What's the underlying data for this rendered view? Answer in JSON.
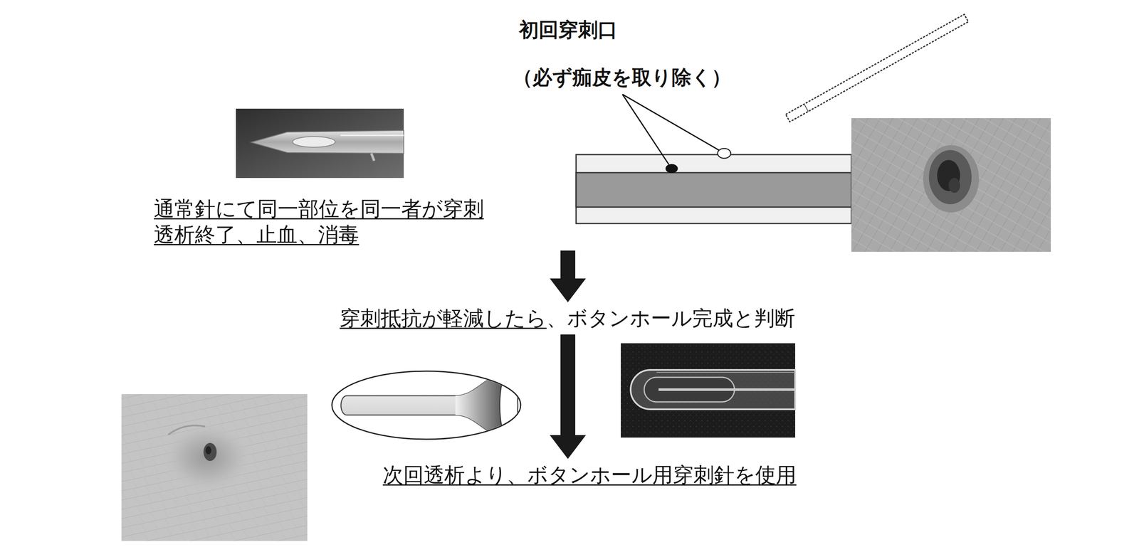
{
  "diagram": {
    "nodes": [
      {
        "text": [
          "通常針にて同一部位を同一者が穿刺",
          "透析終了、止血、消毒"
        ]
      },
      {
        "text": [
          "穿刺抵抗が軽減したら",
          "、ボタンホール完成と判断"
        ]
      },
      {
        "text": [
          "次回透析より、ボタンホール用穿刺針を使用"
        ]
      }
    ],
    "edges": [
      {
        "from": 0,
        "to": 1,
        "arrow": "to"
      },
      {
        "from": 1,
        "to": 2,
        "arrow": "to"
      }
    ],
    "labels": [
      "初回穿刺口",
      "（必ず痂皮を取り除く）"
    ]
  }
}
